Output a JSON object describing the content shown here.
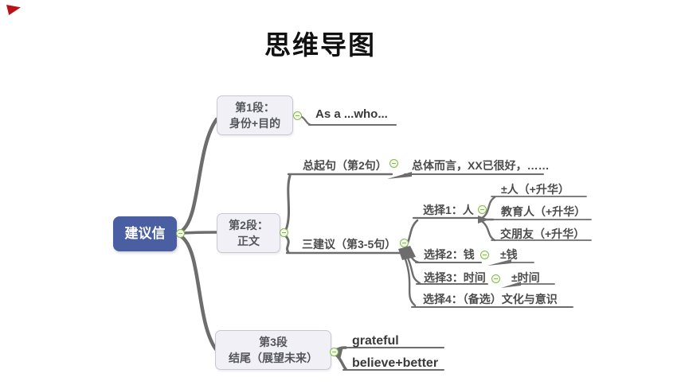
{
  "slide": {
    "title": "思维导图",
    "corner_accent_color": "#b61218"
  },
  "mindmap": {
    "root": {
      "label": "建议信"
    },
    "para1": {
      "box_line1": "第1段：",
      "box_line2": "身份+目的",
      "child": "As a ...who..."
    },
    "para2": {
      "box_line1": "第2段：",
      "box_line2": "正文",
      "opening": {
        "label": "总起句（第2句）",
        "note": "总体而言，XX已很好，……"
      },
      "suggestions": {
        "label": "三建议（第3-5句）",
        "option1": {
          "label": "选择1：人",
          "children": [
            "±人（+升华）",
            "教育人（+升华）",
            "交朋友（+升华）"
          ]
        },
        "option2": {
          "label": "选择2：钱",
          "child": "±钱"
        },
        "option3": {
          "label": "选择3：时间",
          "child": "±时间"
        },
        "option4": {
          "label": "选择4：（备选）文化与意识"
        }
      }
    },
    "para3": {
      "box_line1": "第3段",
      "box_line2": "结尾（展望未来）",
      "children": [
        "grateful",
        "believe+better"
      ]
    }
  },
  "icons": {
    "collapse": "minus"
  },
  "colors": {
    "root_fill": "#4a5ea2",
    "root_text": "#ffffff",
    "node_fill": "#f0f0f6",
    "node_border": "#c8c8d4",
    "branch": "#6d6d6d",
    "collapse_green": "#85b94e",
    "title_text": "#111111"
  }
}
